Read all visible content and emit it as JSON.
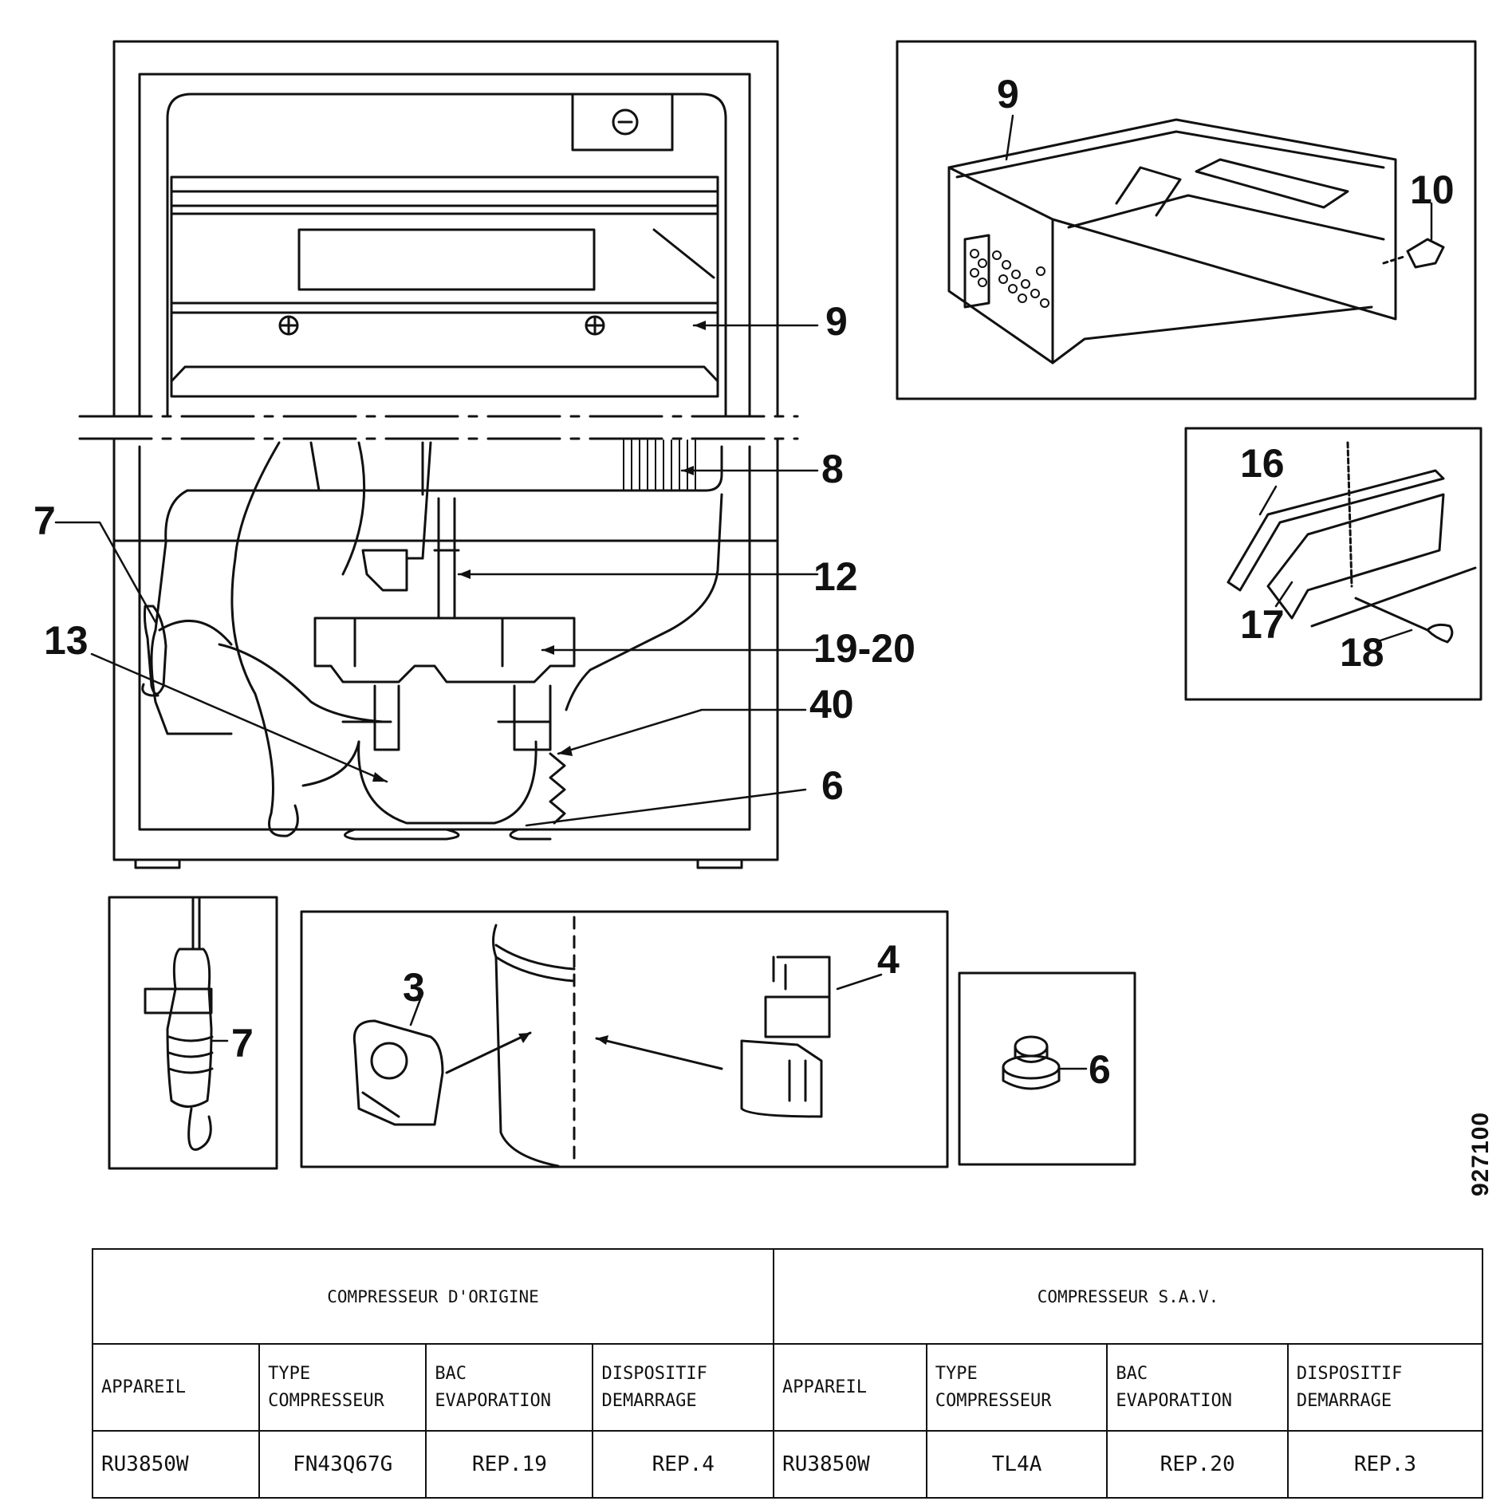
{
  "diagram": {
    "callouts": {
      "main_9": "9",
      "main_8": "8",
      "main_7": "7",
      "main_12": "12",
      "main_13": "13",
      "main_19_20": "19-20",
      "main_40": "40",
      "main_6": "6",
      "inset_9": "9",
      "inset_10": "10",
      "inset_16": "16",
      "inset_17": "17",
      "inset_18": "18",
      "inset_7": "7",
      "inset_3": "3",
      "inset_4": "4",
      "inset_6": "6"
    },
    "document_number": "927100"
  },
  "table": {
    "group_original": "COMPRESSEUR D'ORIGINE",
    "group_sav": "COMPRESSEUR S.A.V.",
    "headers_original": [
      "APPAREIL",
      "TYPE\nCOMPRESSEUR",
      "BAC\nEVAPORATION",
      "DISPOSITIF\nDEMARRAGE"
    ],
    "headers_sav": [
      "APPAREIL",
      "TYPE\nCOMPRESSEUR",
      "BAC\nEVAPORATION",
      "DISPOSITIF\nDEMARRAGE"
    ],
    "row_original": [
      "RU3850W",
      "FN43Q67G",
      "REP.19",
      "REP.4"
    ],
    "row_sav": [
      "RU3850W",
      "TL4A",
      "REP.20",
      "REP.3"
    ]
  }
}
